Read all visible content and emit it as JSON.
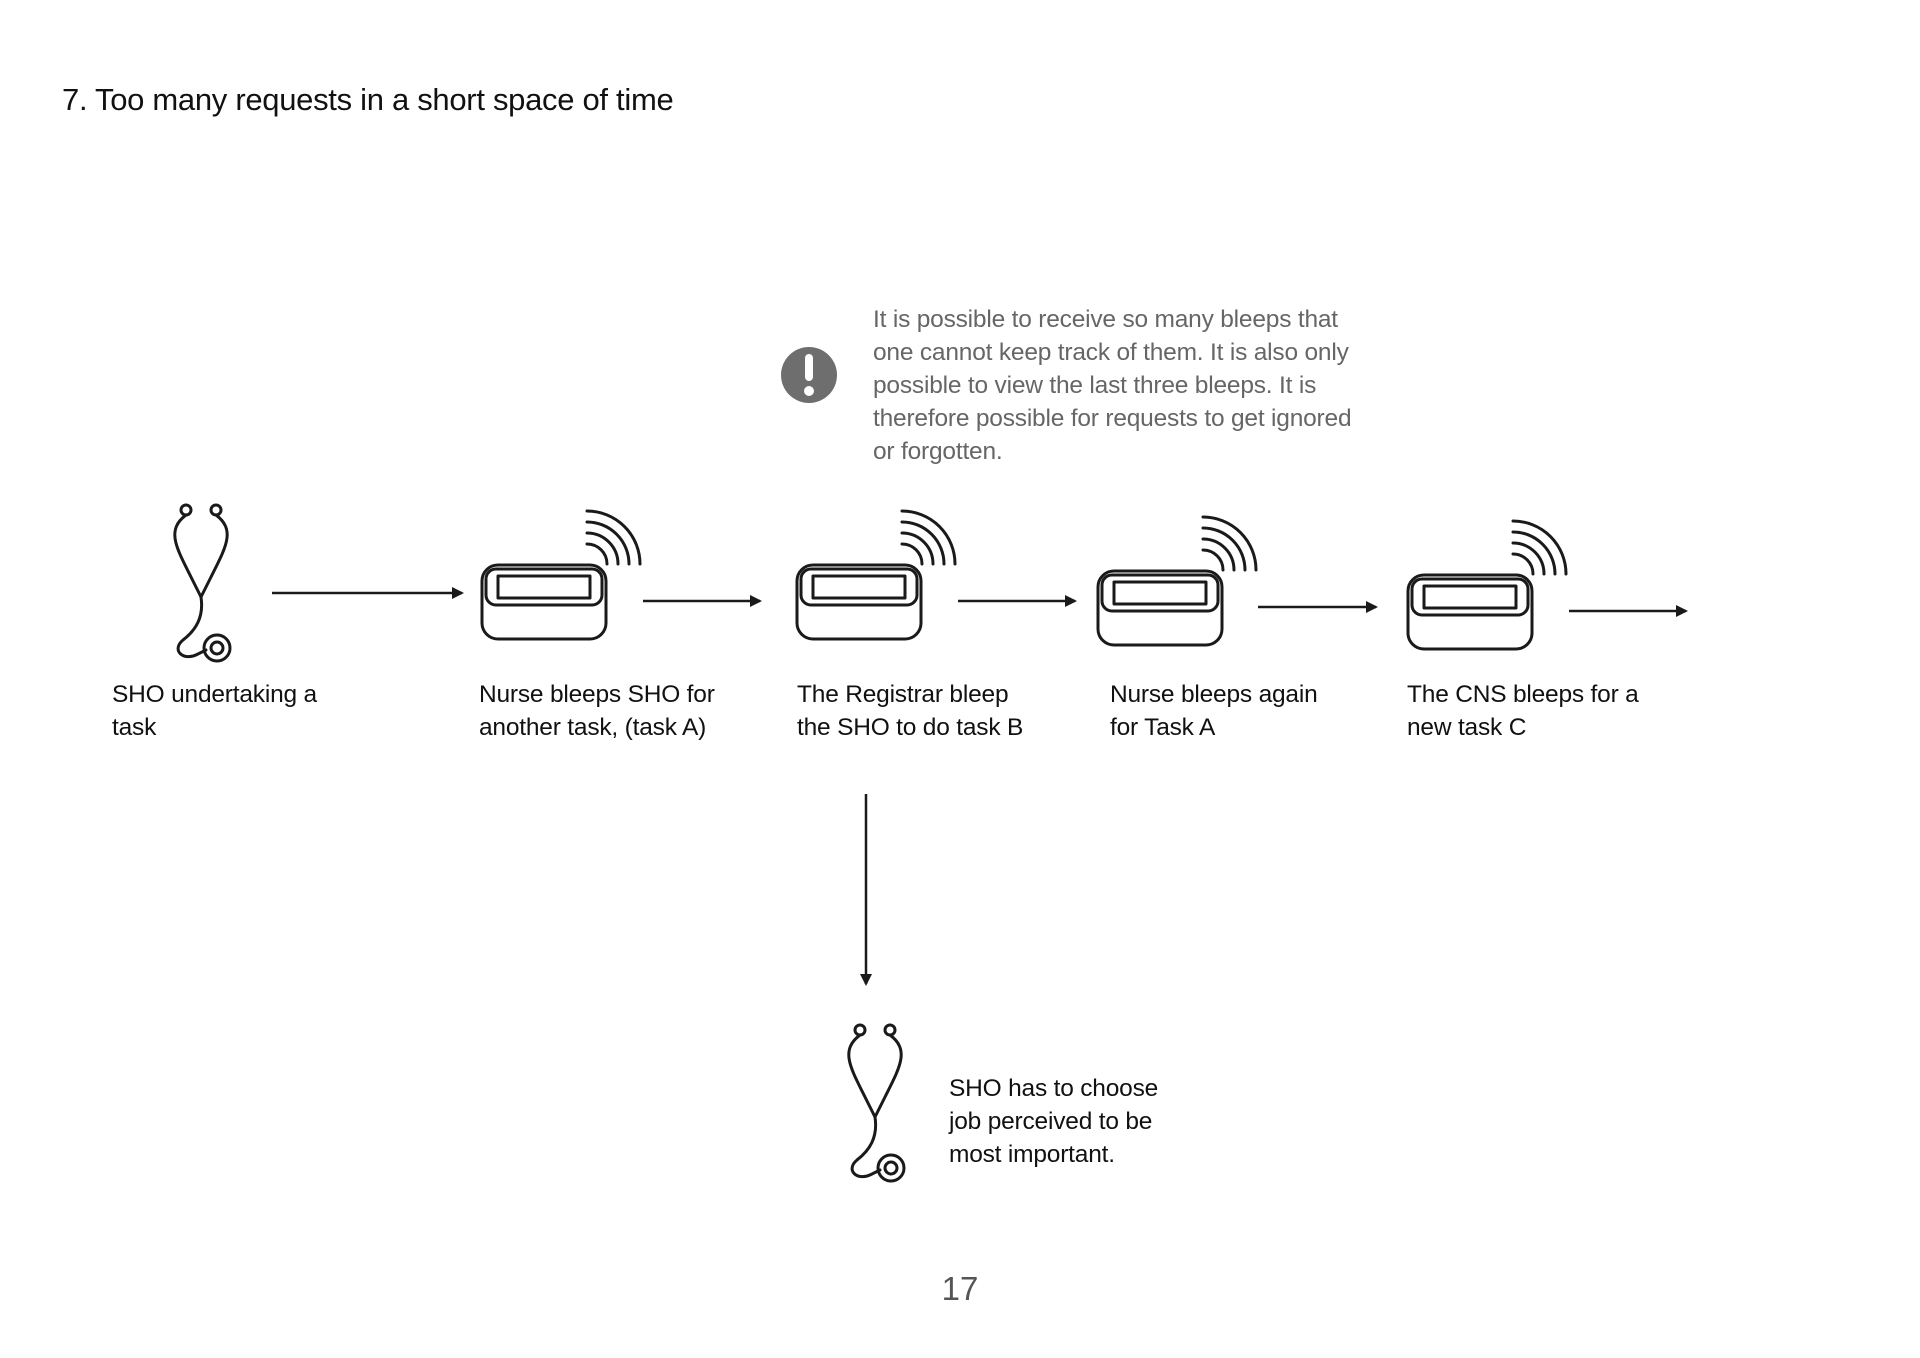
{
  "title": "7. Too many requests in a short space of time",
  "note": {
    "icon": "exclamation-icon",
    "lines": [
      "It is possible to receive so many bleeps that",
      "one cannot keep track of them.  It is also only",
      "possible to view the last three bleeps. It is",
      "therefore possible for requests to get ignored",
      "or forgotten."
    ]
  },
  "steps": [
    {
      "icon": "stethoscope-icon",
      "lines": [
        "SHO undertaking a",
        "task"
      ]
    },
    {
      "icon": "pager-icon",
      "lines": [
        "Nurse bleeps SHO for",
        "another task, (task A)"
      ]
    },
    {
      "icon": "pager-icon",
      "lines": [
        "The Registrar bleep",
        "the SHO to do task B"
      ]
    },
    {
      "icon": "pager-icon",
      "lines": [
        "Nurse bleeps again",
        "for Task A"
      ]
    },
    {
      "icon": "pager-icon",
      "lines": [
        "The CNS bleeps for a",
        "new task C"
      ]
    }
  ],
  "outcome": {
    "icon": "stethoscope-icon",
    "lines": [
      "SHO has to choose",
      "job perceived to be",
      "most important."
    ]
  },
  "page_number": "17",
  "colors": {
    "line": "#1a1a1a",
    "note_text": "#666666",
    "note_icon": "#6e6e6e"
  }
}
